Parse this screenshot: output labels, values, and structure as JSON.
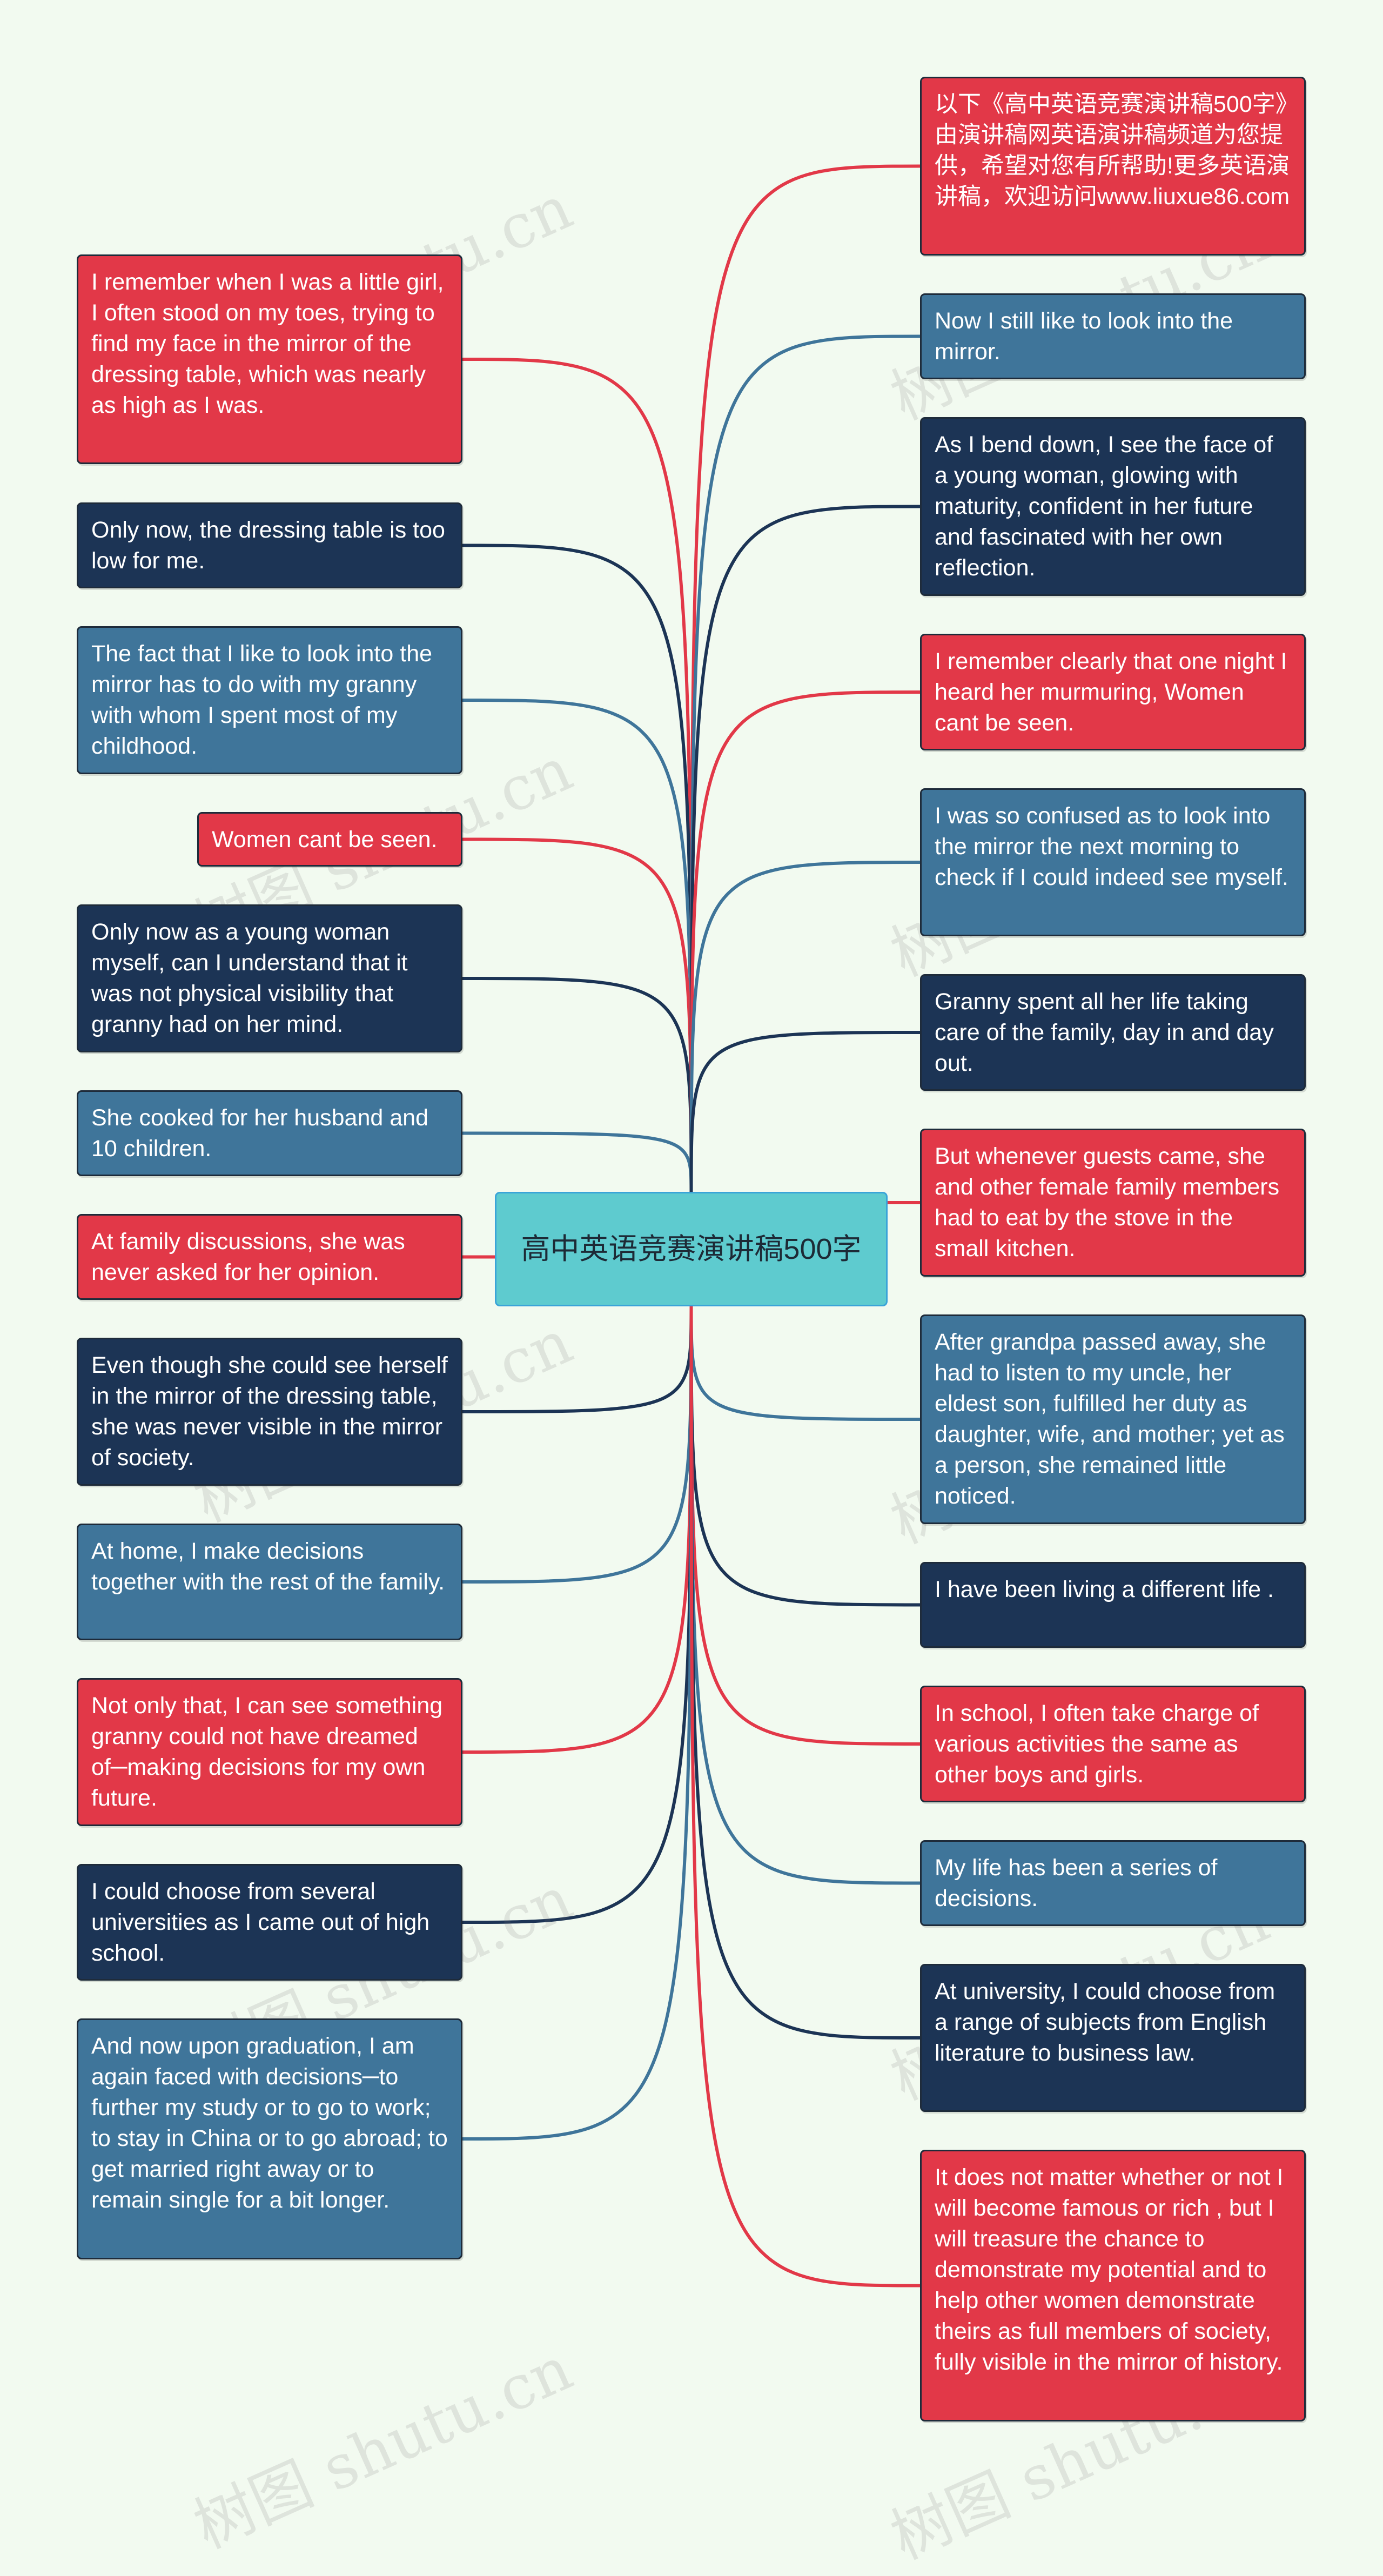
{
  "watermark": "树图 shutu.cn",
  "center": {
    "text": "高中英语竞赛演讲稿500字"
  },
  "colors": {
    "red": "#e23848",
    "blue": "#3f759a",
    "navy": "#1c3455",
    "center": "#5ecbcf"
  },
  "left_nodes": [
    {
      "text": "I remember when I was a little girl, I often stood on my toes, trying to find my face in the mirror of the dressing table, which was nearly as high as I was.",
      "color": "red"
    },
    {
      "text": "Only now, the dressing table is too low for me.",
      "color": "navy"
    },
    {
      "text": "The fact that I like to look into the mirror has to do with my granny with whom I spent most of my childhood.",
      "color": "blue"
    },
    {
      "text": "Women cant be seen.",
      "color": "red"
    },
    {
      "text": "Only now as a young woman myself, can I understand that it was not physical visibility that granny had on her mind.",
      "color": "navy"
    },
    {
      "text": "She cooked for her husband and 10 children.",
      "color": "blue"
    },
    {
      "text": "At family discussions, she was never asked for her opinion.",
      "color": "red"
    },
    {
      "text": "Even though she could see herself in the mirror of the dressing table, she was never visible in the mirror of society.",
      "color": "navy"
    },
    {
      "text": "At home, I make decisions together with the rest of the family.",
      "color": "blue"
    },
    {
      "text": "Not only that, I can see something granny could not have dreamed of─making decisions for my own future.",
      "color": "red"
    },
    {
      "text": "I could choose from several universities as I came out of high school.",
      "color": "navy"
    },
    {
      "text": "And now upon graduation, I am  again faced with decisions─to further my study or to go to work; to stay in China or to go abroad; to get married right away or to remain single for a bit longer.",
      "color": "blue"
    }
  ],
  "right_nodes": [
    {
      "text": "以下《高中英语竞赛演讲稿500字》由演讲稿网英语演讲稿频道为您提供，希望对您有所帮助!更多英语演讲稿，欢迎访问www.liuxue86.com",
      "color": "red"
    },
    {
      "text": "Now I still like to look into the mirror.",
      "color": "blue"
    },
    {
      "text": "As I bend down, I see the face of a young woman, glowing with maturity, confident in her future and fascinated with her own reflection.",
      "color": "navy"
    },
    {
      "text": "I remember clearly that one night I heard her murmuring, Women cant be seen.",
      "color": "red"
    },
    {
      "text": "I was so confused as to look into the mirror the next morning to check if I could indeed see myself.",
      "color": "blue"
    },
    {
      "text": "Granny spent all her life taking care of the family, day in and day out.",
      "color": "navy"
    },
    {
      "text": "But whenever guests came, she and other female family members had to eat by the stove in the small kitchen.",
      "color": "red"
    },
    {
      "text": "After grandpa passed away, she had to listen to my uncle, her eldest son, fulfilled her duty as daughter, wife, and mother; yet as a person, she remained little noticed.",
      "color": "blue"
    },
    {
      "text": "I have been living a different life .",
      "color": "navy"
    },
    {
      "text": "In school, I often take charge of various activities the same as other boys and girls.",
      "color": "red"
    },
    {
      "text": "My life has been a series of decisions.",
      "color": "blue"
    },
    {
      "text": "At university, I could choose from a range of subjects from English literature to business law.",
      "color": "navy"
    },
    {
      "text": "It does not matter whether or not I will become famous or rich , but I will treasure the chance to demonstrate my potential and to help other women demonstrate theirs as full members of society, fully visible in the mirror of history.",
      "color": "red"
    }
  ]
}
